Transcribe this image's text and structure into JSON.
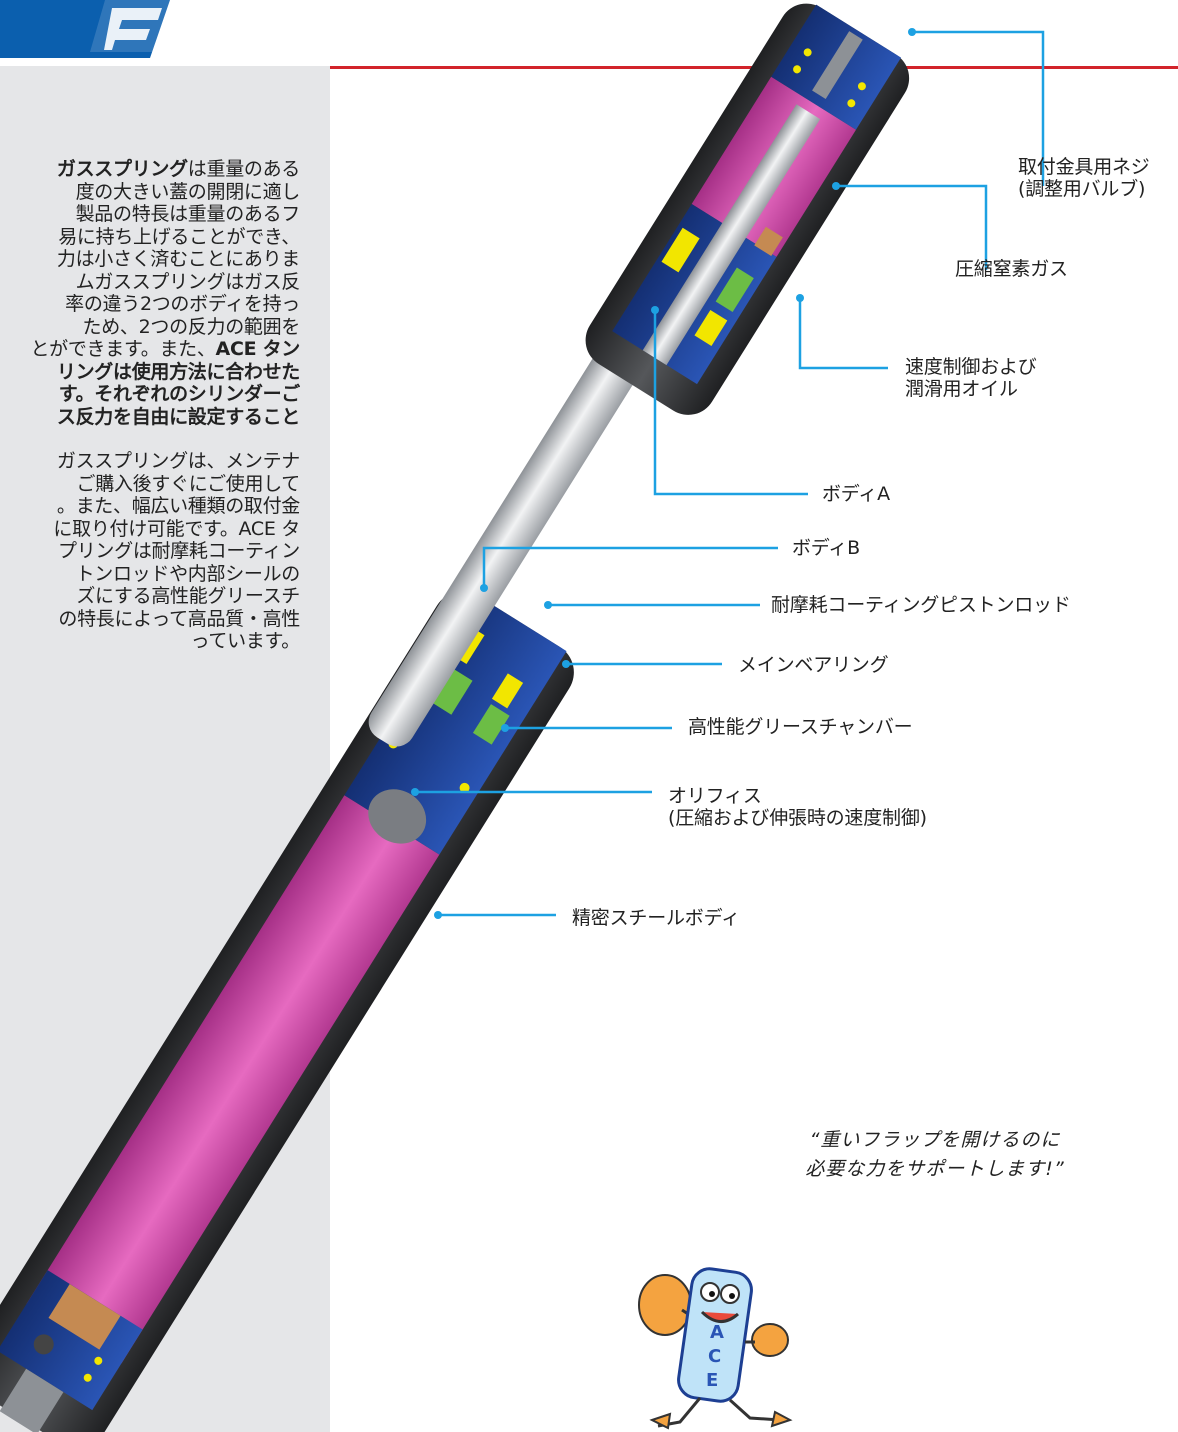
{
  "description": {
    "paragraph1": [
      {
        "text": "ガススプリングは重量のある",
        "bold_prefix": "ガススプリング"
      },
      {
        "text": "度の大きい蓋の開閉に適し"
      },
      {
        "text": "製品の特長は重量のあるフ"
      },
      {
        "text": "易に持ち上げることができ、"
      },
      {
        "text": "力は小さく済むことにありま"
      },
      {
        "text": "ムガススプリングはガス反"
      },
      {
        "text": "率の違う2つのボディを持っ"
      },
      {
        "text": "ため、2つの反力の範囲を"
      },
      {
        "text": "とができます。また、ACE タン",
        "bold_suffix": "ACE タン"
      },
      {
        "text": "リングは使用方法に合わせた",
        "bold": true
      },
      {
        "text": "す。それぞれのシリンダーご",
        "bold": true
      },
      {
        "text": "ス反力を自由に設定すること",
        "bold": true
      }
    ],
    "paragraph2": [
      "ガススプリングは、メンテナ",
      "ご購入後すぐにご使用して",
      "。また、幅広い種類の取付金",
      "に取り付け可能です。ACE タ",
      "プリングは耐摩耗コーティン",
      "トンロッドや内部シールの",
      "ズにする高性能グリースチ",
      "の特長によって高品質・高性",
      "っています。"
    ]
  },
  "callouts": [
    {
      "id": "valve",
      "lines": [
        "取付金具用ネジ",
        "(調整用バルブ)"
      ]
    },
    {
      "id": "gas",
      "lines": [
        "圧縮窒素ガス"
      ]
    },
    {
      "id": "oil",
      "lines": [
        "速度制御および",
        "潤滑用オイル"
      ]
    },
    {
      "id": "body-a",
      "lines": [
        "ボディA"
      ]
    },
    {
      "id": "body-b",
      "lines": [
        "ボディB"
      ]
    },
    {
      "id": "rod",
      "lines": [
        "耐摩耗コーティングピストンロッド"
      ]
    },
    {
      "id": "bearing",
      "lines": [
        "メインベアリング"
      ]
    },
    {
      "id": "grease",
      "lines": [
        "高性能グリースチャンバー"
      ]
    },
    {
      "id": "orifice",
      "lines": [
        "オリフィス",
        "(圧縮および伸張時の速度制御)"
      ]
    },
    {
      "id": "steel",
      "lines": [
        "精密スチールボディ"
      ]
    }
  ],
  "quote": [
    "“重いフラップを開けるのに",
    "必要な力をサポートします!”"
  ],
  "mascot_letters": [
    "A",
    "C",
    "E"
  ],
  "colors": {
    "leader": "#1da1e2",
    "accent_red": "#d2232a",
    "logo_blue": "#0b5fae",
    "sidebar_grey": "#e5e6e8",
    "body_dark": "#3a3b3d",
    "gas_pink": "#d44aa8",
    "seal_blue": "#1d3f93",
    "seal_yellow": "#f2e600",
    "seal_green": "#6cbd45",
    "rod_silver": "#c9ccd0"
  }
}
